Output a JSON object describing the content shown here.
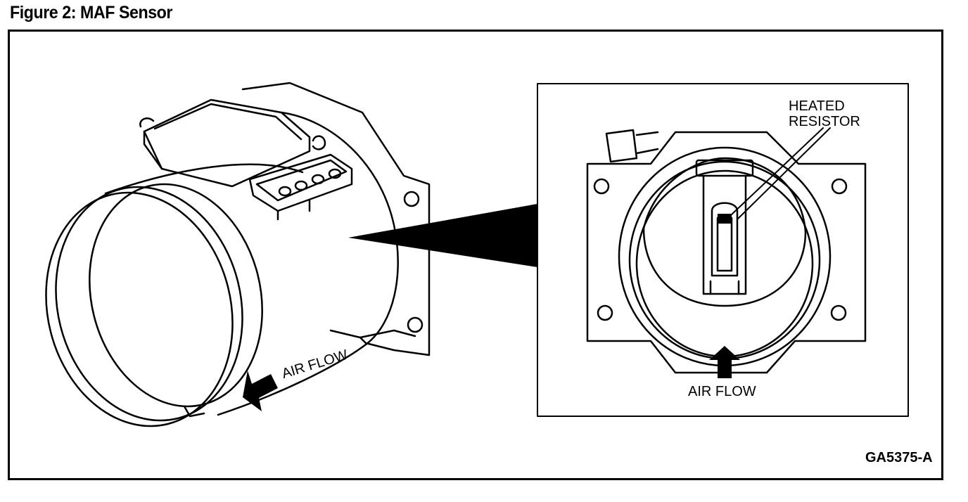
{
  "figure": {
    "title": "Figure 2: MAF Sensor",
    "code": "GA5375-A"
  },
  "labels": {
    "air_flow_left": "AIR FLOW",
    "heated_resistor_line1": "HEATED",
    "heated_resistor_line2": "RESISTOR",
    "air_flow_right": "AIR FLOW"
  }
}
